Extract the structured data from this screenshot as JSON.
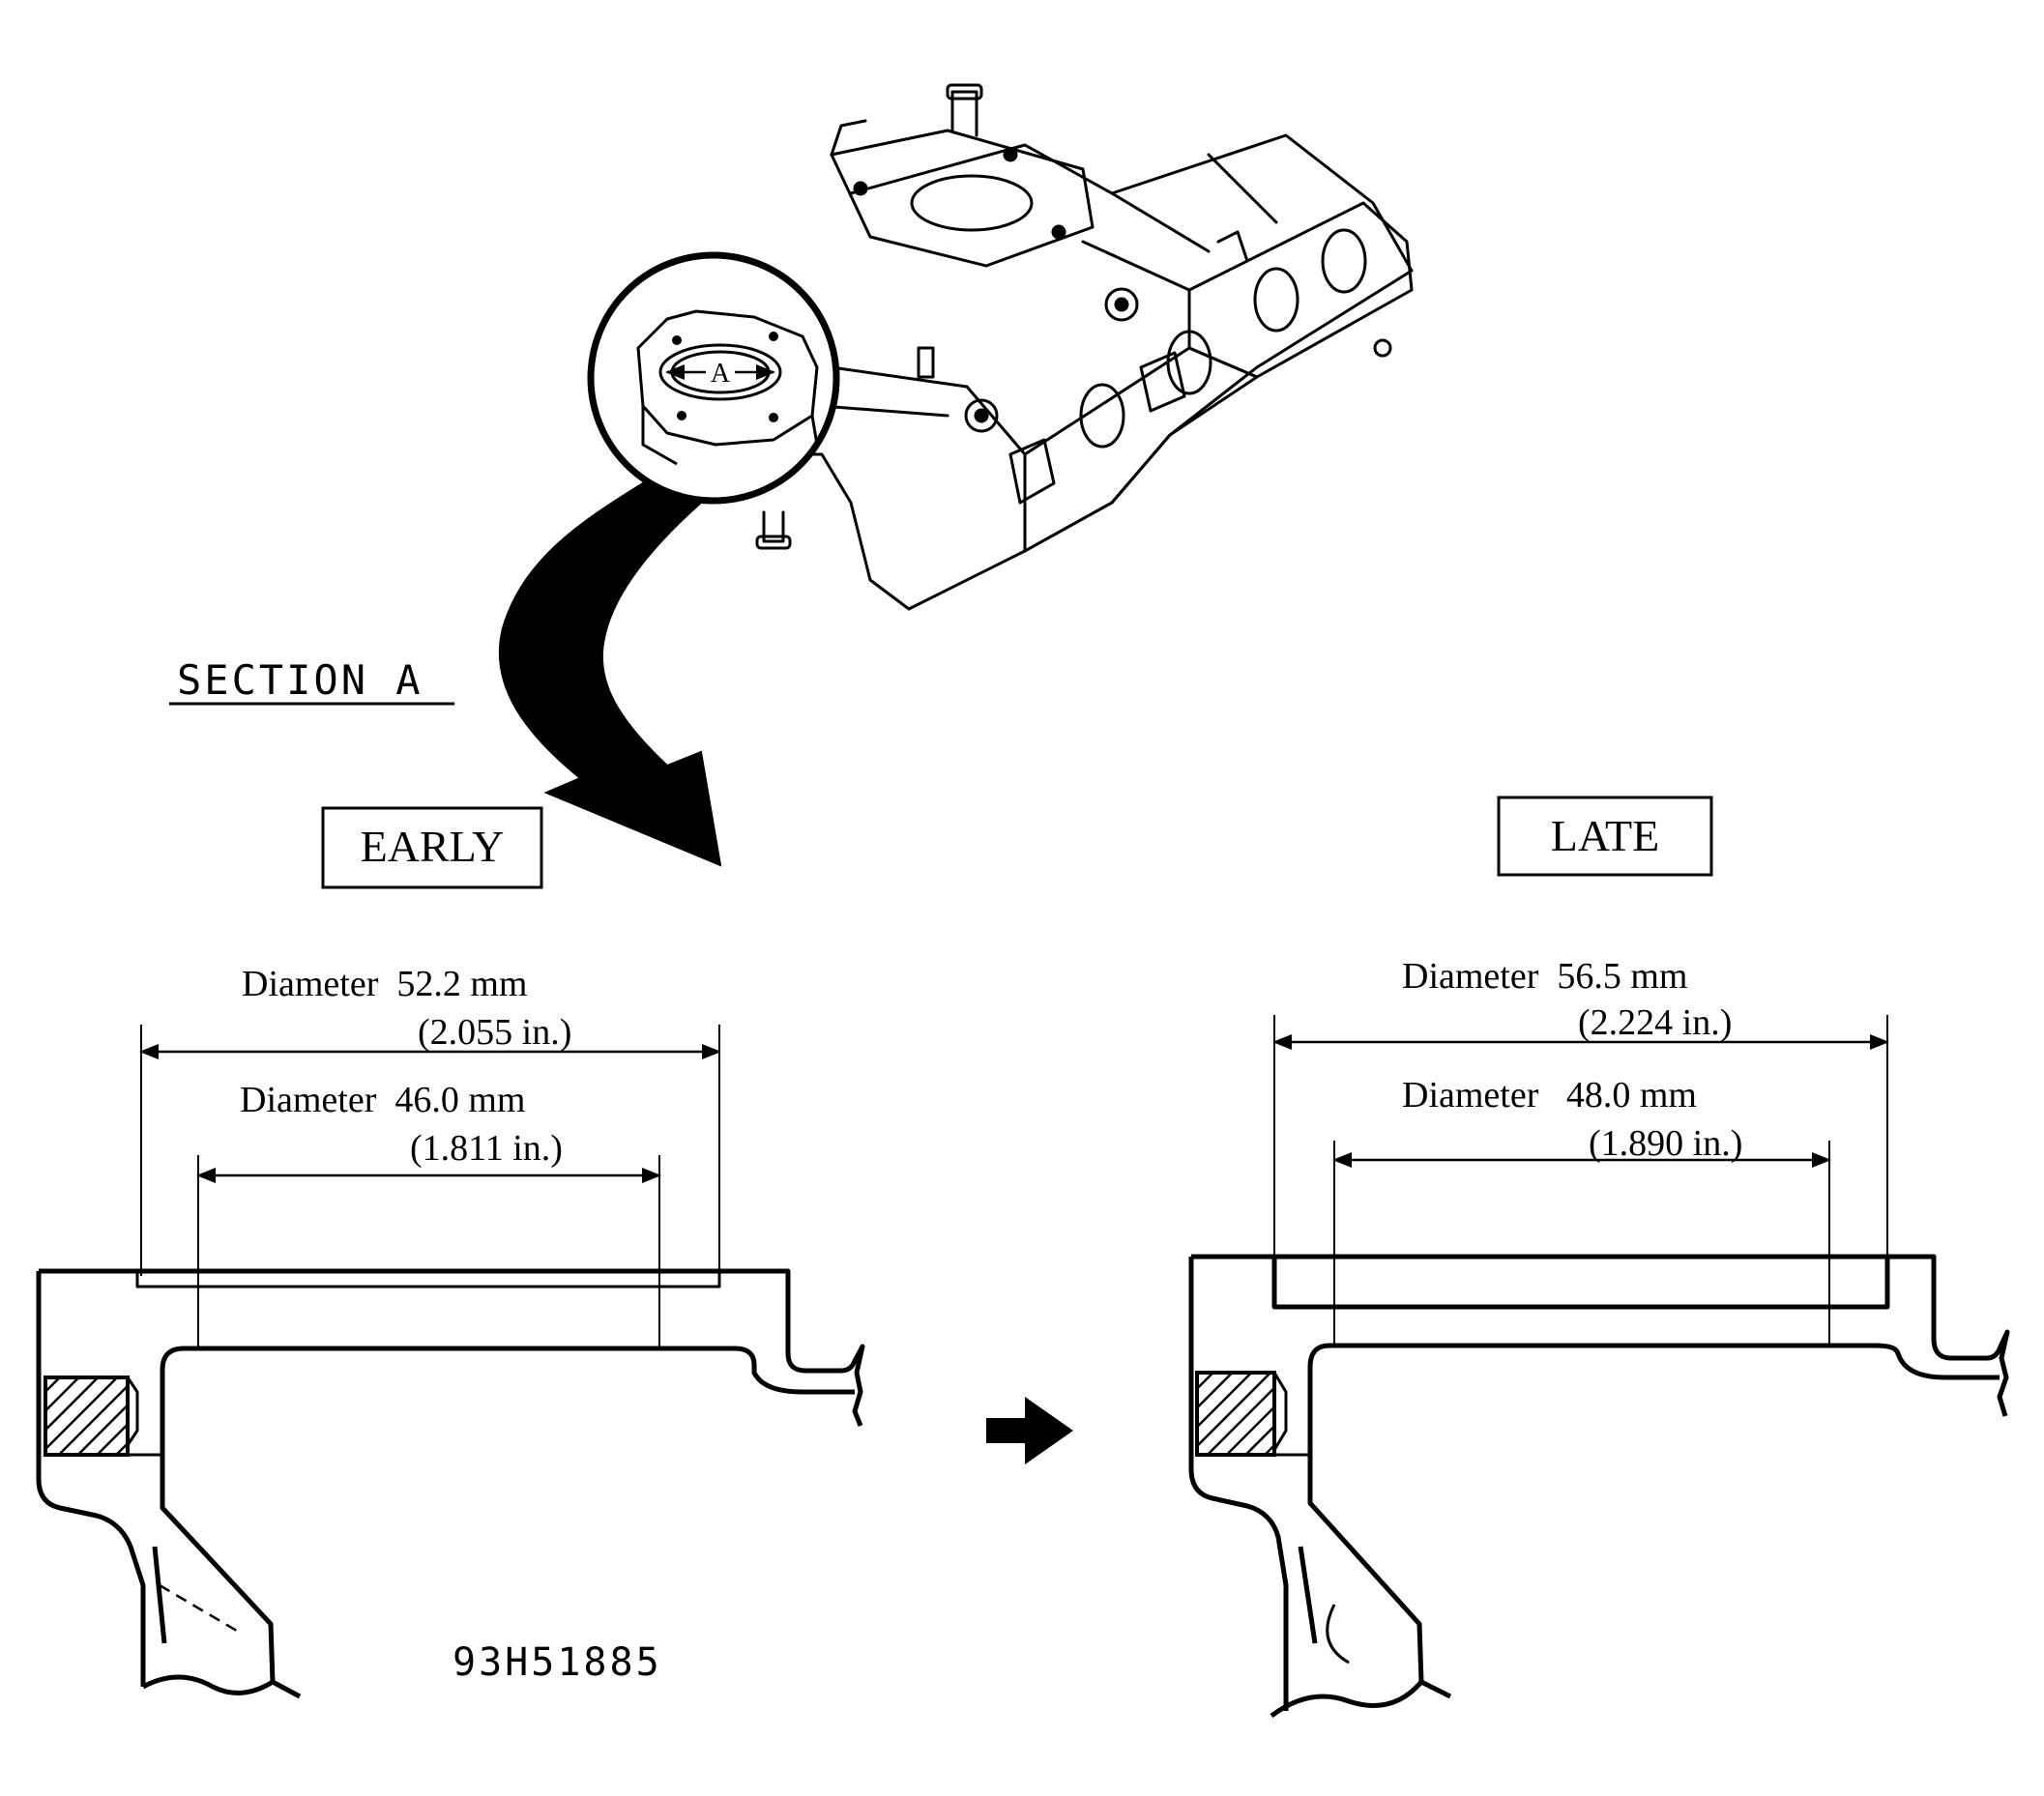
{
  "section_label": "SECTION A",
  "callout_letter": "A",
  "early": {
    "label": "EARLY",
    "outer": {
      "line1": "Diameter  52.2 mm",
      "line2": "(2.055 in.)"
    },
    "inner": {
      "line1": "Diameter  46.0 mm",
      "line2": "(1.811 in.)"
    }
  },
  "late": {
    "label": "LATE",
    "outer": {
      "line1": "Diameter  56.5 mm",
      "line2": "(2.224 in.)"
    },
    "inner": {
      "line1": "Diameter   48.0 mm",
      "line2": "(1.890 in.)"
    }
  },
  "figure_code": "93H51885"
}
